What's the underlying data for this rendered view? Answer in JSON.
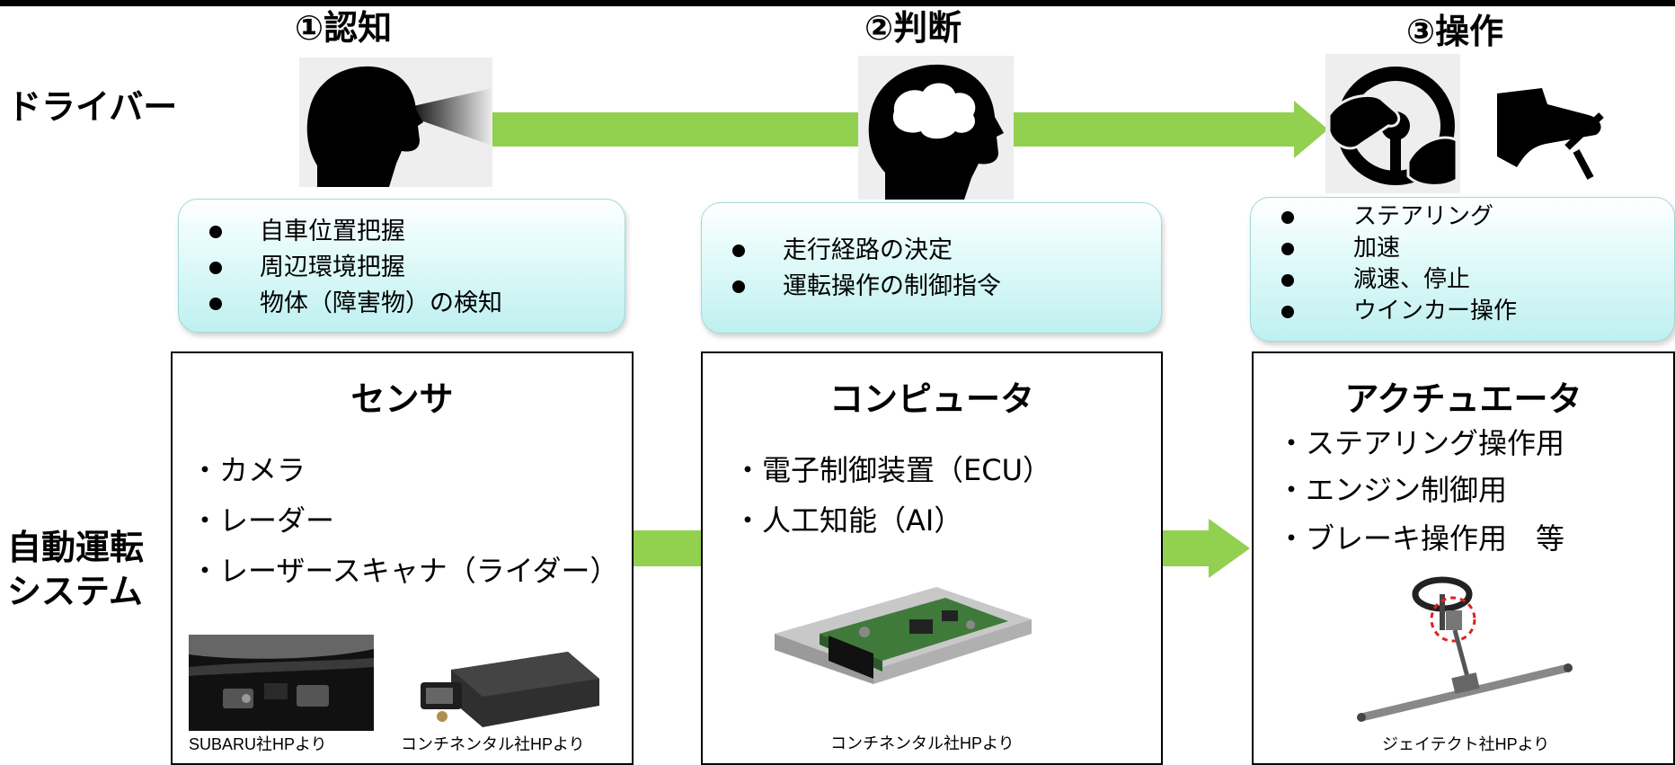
{
  "stages": {
    "perception": "①認知",
    "judgment": "②判断",
    "operation": "③操作"
  },
  "rows": {
    "driver": "ドライバー",
    "system_line1": "自動運転",
    "system_line2": "システム"
  },
  "bubbles": {
    "perception": [
      "自車位置把握",
      "周辺環境把握",
      "物体（障害物）の検知"
    ],
    "judgment": [
      "走行経路の決定",
      "運転操作の制御指令"
    ],
    "operation": [
      "ステアリング",
      "加速",
      "減速、停止",
      "ウインカー操作"
    ]
  },
  "systems": {
    "sensor": {
      "title": "センサ",
      "items": [
        "・カメラ",
        "・レーダー",
        "・レーザースキャナ（ライダー）"
      ],
      "captions": [
        "SUBARU社HPより",
        "コンチネンタル社HPより"
      ]
    },
    "computer": {
      "title": "コンピュータ",
      "items": [
        "・電子制御装置（ECU）",
        "・人工知能（AI）"
      ],
      "captions": [
        "コンチネンタル社HPより"
      ]
    },
    "actuator": {
      "title": "アクチュエータ",
      "items": [
        "・ステアリング操作用",
        "・エンジン制御用",
        "・ブレーキ操作用　等"
      ],
      "captions": [
        "ジェイテクト社HPより"
      ]
    }
  },
  "colors": {
    "arrow": "#92d050",
    "bubble": "#bff0f0",
    "icon_bg": "#eeeeee"
  },
  "icons": [
    "eye-head-icon",
    "brain-head-icon",
    "steering-hands-icon",
    "pedal-foot-icon"
  ]
}
